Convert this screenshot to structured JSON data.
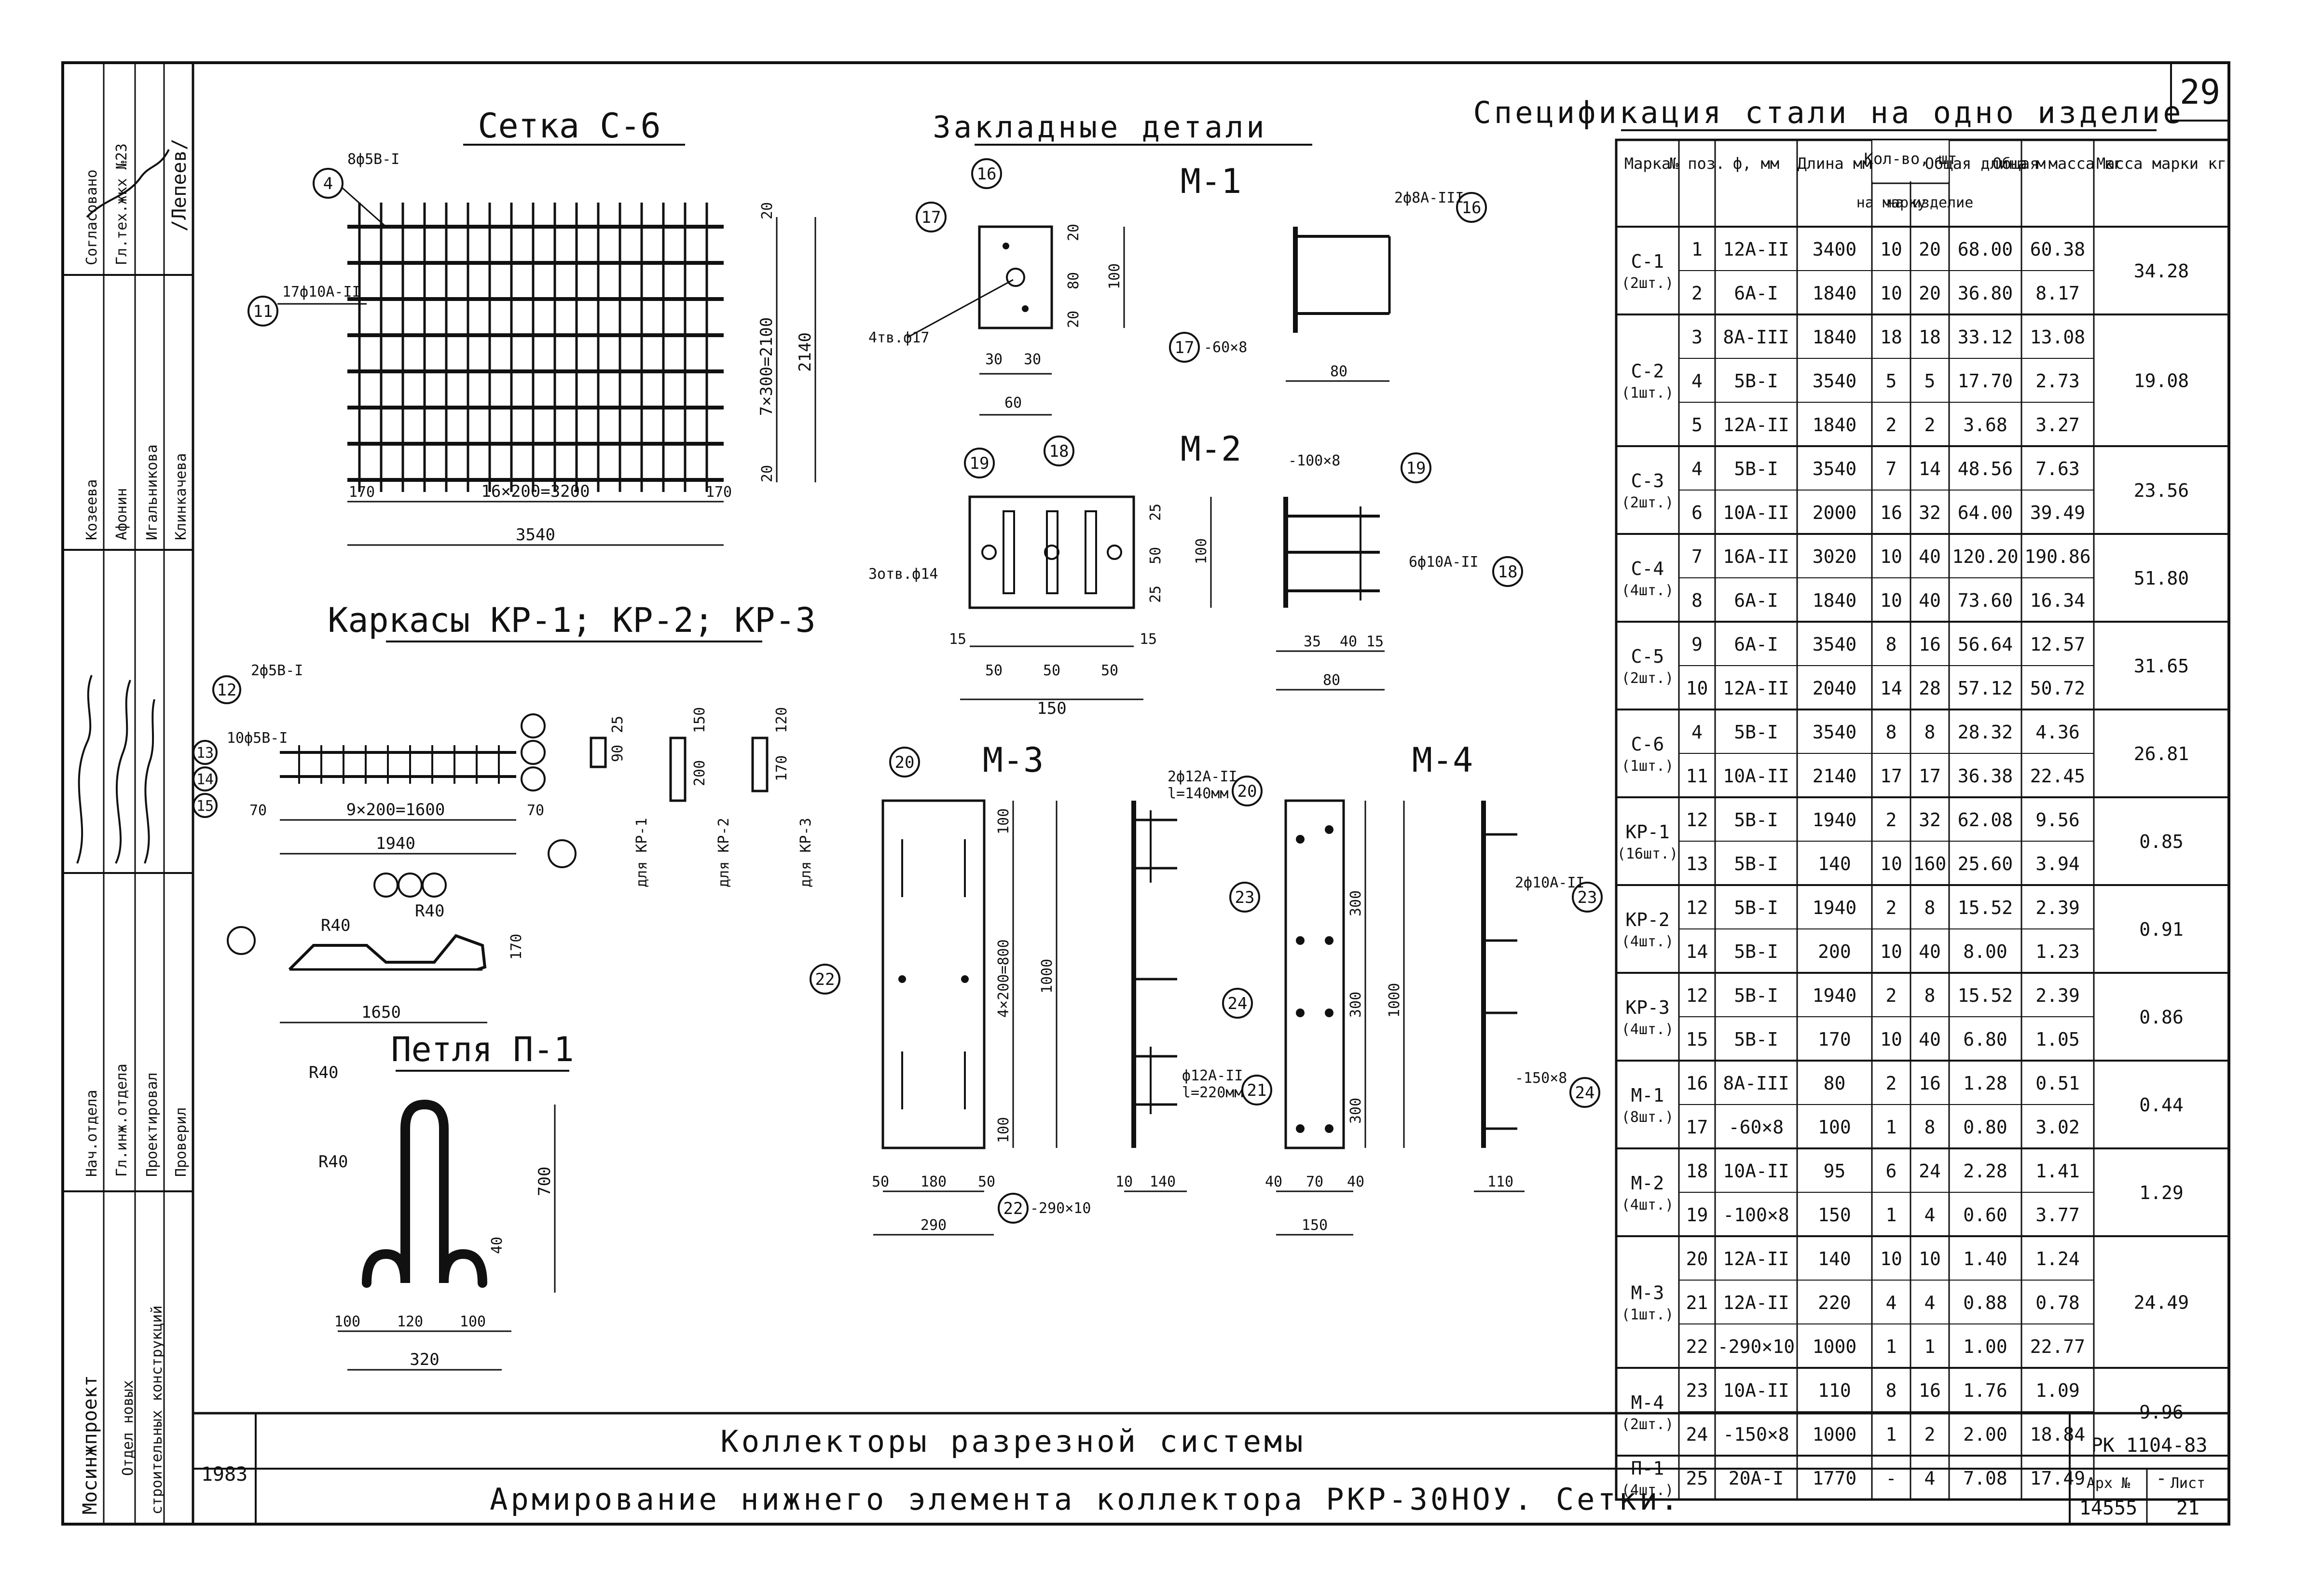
{
  "sheet_number": "29",
  "stamp": {
    "approved": "Согласовано",
    "approved_by_title": "Гл.тех.жкх №23",
    "approved_name": "/Лепеев/",
    "roles": [
      "Нач.отдела",
      "Гл.инж.отдела",
      "Проектировал",
      "Проверил"
    ],
    "names": [
      "Козеева",
      "Афонин",
      "Игальникова",
      "Клинкачева"
    ],
    "organization": "Мосинжпроект",
    "department_1": "Отдел новых",
    "department_2": "строительных конструкций"
  },
  "title_block": {
    "year": "1983",
    "project_title": "Коллекторы разрезной системы",
    "drawing_title": "Армирование нижнего элемента коллектора РКР-30НОУ. Сетки.",
    "code": "РК 1104-83",
    "archive_label": "Арх №",
    "archive_no": "14555",
    "sheet_label": "Лист",
    "sheet_no": "21"
  },
  "drawings": {
    "setka": {
      "title": "Сетка С-6",
      "pos4": "4",
      "pos11": "11",
      "bar_top": "8ф5В-I",
      "bar_left": "17ф10А-II",
      "dim_span": "16×200=3200",
      "dim_total": "3540",
      "dim_right": "7×300=2100",
      "dim_height": "2140",
      "edge_a": "20",
      "edge_b": "20",
      "edge_c": "170",
      "edge_d": "170"
    },
    "karkasy": {
      "title": "Каркасы КР-1; КР-2; КР-3",
      "pos12": "12",
      "pos13": "13",
      "pos14": "14",
      "pos15": "15",
      "bar_top": "2ф5В-I",
      "bar_mid": "10ф5В-I",
      "dim_span": "9×200=1600",
      "dim_total": "1940",
      "edge_a": "70",
      "edge_b": "70",
      "sec_kr1": "для КР-1",
      "sec_kr2": "для КР-2",
      "sec_kr3": "для КР-3",
      "h1": "90",
      "h2": "200",
      "h3": "170",
      "c1": "25",
      "c2": "150",
      "c3": "120",
      "bent_r1": "R40",
      "bent_r2": "R40",
      "bent_h": "170",
      "bent_len": "1650"
    },
    "petlya": {
      "title": "Петля П-1",
      "r_top": "R40",
      "r_side": "R40",
      "dim_h": "700",
      "dim_d": "40",
      "dim_a": "100",
      "dim_b": "120",
      "dim_c": "100",
      "dim_total": "320"
    },
    "zakladnye": {
      "title": "Закладные детали",
      "m1": "М-1",
      "m2": "М-2",
      "m3": "М-3",
      "m4": "М-4",
      "m1_hole": "4тв.ф17",
      "m1_dims": [
        "30",
        "30",
        "60",
        "20",
        "80",
        "20",
        "100"
      ],
      "m1_bar": "2ф8А-III",
      "m1_plate": "-60×8",
      "m1_side": "80",
      "m2_hole": "3отв.ф14",
      "m2_dims": [
        "15",
        "50",
        "50",
        "50",
        "15",
        "150",
        "100",
        "25",
        "50",
        "25"
      ],
      "m2_plate": "-100×8",
      "m2_bar": "6ф10А-II",
      "m2_side": [
        "35",
        "40",
        "15",
        "80"
      ],
      "m3_dims": [
        "50",
        "180",
        "50",
        "290",
        "100",
        "4×200=800",
        "100",
        "1000"
      ],
      "m3_bar1": "2ф12А-II",
      "m3_len1": "l=140мм",
      "m3_bar2": "ф12А-II",
      "m3_len2": "l=220мм",
      "m3_plate": "-290×10",
      "m3_side": [
        "10",
        "140"
      ],
      "m4_dims": [
        "40",
        "70",
        "40",
        "150",
        "300",
        "300",
        "300",
        "1000"
      ],
      "m4_bar": "2ф10А-II",
      "m4_plate": "-150×8",
      "m4_side": "110",
      "pos": [
        "16",
        "17",
        "18",
        "19",
        "20",
        "21",
        "22",
        "23",
        "24"
      ]
    }
  },
  "spec": {
    "title": "Спецификация стали на одно изделие",
    "headers": {
      "marka": "Марка",
      "pos": "№ поз.",
      "diam": "ф, мм",
      "length": "Длина мм",
      "qty": "Кол-во, шт",
      "qty_marka": "на марку",
      "qty_item": "на изделие",
      "total_len": "Общая длина м",
      "total_mass": "Общая масса кг",
      "mark_mass": "Масса марки кг"
    },
    "groups": [
      {
        "marka": "С-1",
        "count": "(2шт.)",
        "mass": "34.28",
        "rows": [
          [
            "1",
            "12А-II",
            "3400",
            "10",
            "20",
            "68.00",
            "60.38"
          ],
          [
            "2",
            "6А-I",
            "1840",
            "10",
            "20",
            "36.80",
            "8.17"
          ]
        ]
      },
      {
        "marka": "С-2",
        "count": "(1шт.)",
        "mass": "19.08",
        "rows": [
          [
            "3",
            "8А-III",
            "1840",
            "18",
            "18",
            "33.12",
            "13.08"
          ],
          [
            "4",
            "5В-I",
            "3540",
            "5",
            "5",
            "17.70",
            "2.73"
          ],
          [
            "5",
            "12А-II",
            "1840",
            "2",
            "2",
            "3.68",
            "3.27"
          ]
        ]
      },
      {
        "marka": "С-3",
        "count": "(2шт.)",
        "mass": "23.56",
        "rows": [
          [
            "4",
            "5В-I",
            "3540",
            "7",
            "14",
            "48.56",
            "7.63"
          ],
          [
            "6",
            "10А-II",
            "2000",
            "16",
            "32",
            "64.00",
            "39.49"
          ]
        ]
      },
      {
        "marka": "С-4",
        "count": "(4шт.)",
        "mass": "51.80",
        "rows": [
          [
            "7",
            "16А-II",
            "3020",
            "10",
            "40",
            "120.20",
            "190.86"
          ],
          [
            "8",
            "6А-I",
            "1840",
            "10",
            "40",
            "73.60",
            "16.34"
          ]
        ]
      },
      {
        "marka": "С-5",
        "count": "(2шт.)",
        "mass": "31.65",
        "rows": [
          [
            "9",
            "6А-I",
            "3540",
            "8",
            "16",
            "56.64",
            "12.57"
          ],
          [
            "10",
            "12А-II",
            "2040",
            "14",
            "28",
            "57.12",
            "50.72"
          ]
        ]
      },
      {
        "marka": "С-6",
        "count": "(1шт.)",
        "mass": "26.81",
        "rows": [
          [
            "4",
            "5В-I",
            "3540",
            "8",
            "8",
            "28.32",
            "4.36"
          ],
          [
            "11",
            "10А-II",
            "2140",
            "17",
            "17",
            "36.38",
            "22.45"
          ]
        ]
      },
      {
        "marka": "КР-1",
        "count": "(16шт.)",
        "mass": "0.85",
        "rows": [
          [
            "12",
            "5В-I",
            "1940",
            "2",
            "32",
            "62.08",
            "9.56"
          ],
          [
            "13",
            "5В-I",
            "140",
            "10",
            "160",
            "25.60",
            "3.94"
          ]
        ]
      },
      {
        "marka": "КР-2",
        "count": "(4шт.)",
        "mass": "0.91",
        "rows": [
          [
            "12",
            "5В-I",
            "1940",
            "2",
            "8",
            "15.52",
            "2.39"
          ],
          [
            "14",
            "5В-I",
            "200",
            "10",
            "40",
            "8.00",
            "1.23"
          ]
        ]
      },
      {
        "marka": "КР-3",
        "count": "(4шт.)",
        "mass": "0.86",
        "rows": [
          [
            "12",
            "5В-I",
            "1940",
            "2",
            "8",
            "15.52",
            "2.39"
          ],
          [
            "15",
            "5В-I",
            "170",
            "10",
            "40",
            "6.80",
            "1.05"
          ]
        ]
      },
      {
        "marka": "М-1",
        "count": "(8шт.)",
        "mass": "0.44",
        "rows": [
          [
            "16",
            "8А-III",
            "80",
            "2",
            "16",
            "1.28",
            "0.51"
          ],
          [
            "17",
            "-60×8",
            "100",
            "1",
            "8",
            "0.80",
            "3.02"
          ]
        ]
      },
      {
        "marka": "М-2",
        "count": "(4шт.)",
        "mass": "1.29",
        "rows": [
          [
            "18",
            "10А-II",
            "95",
            "6",
            "24",
            "2.28",
            "1.41"
          ],
          [
            "19",
            "-100×8",
            "150",
            "1",
            "4",
            "0.60",
            "3.77"
          ]
        ]
      },
      {
        "marka": "М-3",
        "count": "(1шт.)",
        "mass": "24.49",
        "rows": [
          [
            "20",
            "12А-II",
            "140",
            "10",
            "10",
            "1.40",
            "1.24"
          ],
          [
            "21",
            "12А-II",
            "220",
            "4",
            "4",
            "0.88",
            "0.78"
          ],
          [
            "22",
            "-290×10",
            "1000",
            "1",
            "1",
            "1.00",
            "22.77"
          ]
        ]
      },
      {
        "marka": "М-4",
        "count": "(2шт.)",
        "mass": "9.96",
        "rows": [
          [
            "23",
            "10А-II",
            "110",
            "8",
            "16",
            "1.76",
            "1.09"
          ],
          [
            "24",
            "-150×8",
            "1000",
            "1",
            "2",
            "2.00",
            "18.84"
          ]
        ]
      },
      {
        "marka": "П-1",
        "count": "(4шт.)",
        "mass": "-",
        "rows": [
          [
            "25",
            "20А-I",
            "1770",
            "-",
            "4",
            "7.08",
            "17.49"
          ]
        ]
      }
    ]
  }
}
